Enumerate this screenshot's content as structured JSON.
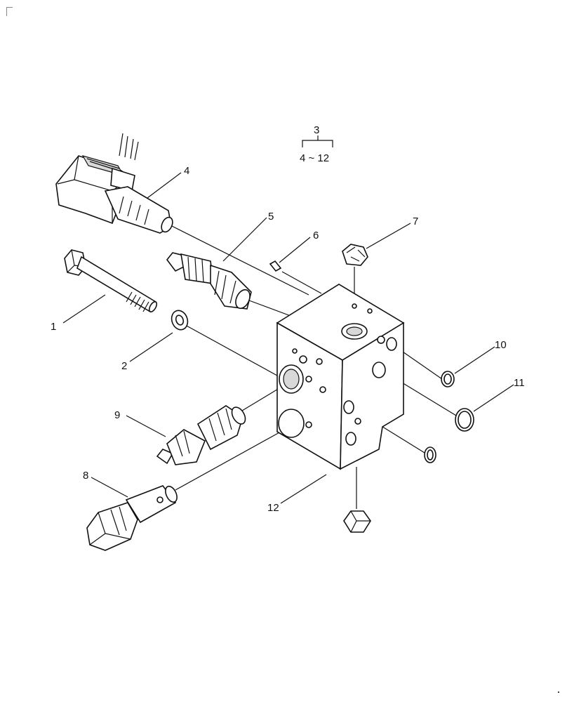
{
  "callouts": {
    "c1": "1",
    "c2": "2",
    "c3": "3",
    "c4": "4",
    "c5": "5",
    "c6": "6",
    "c7": "7",
    "c8": "8",
    "c9": "9",
    "c10": "10",
    "c11": "11",
    "c12": "12"
  },
  "group_range": "4 ~ 12"
}
